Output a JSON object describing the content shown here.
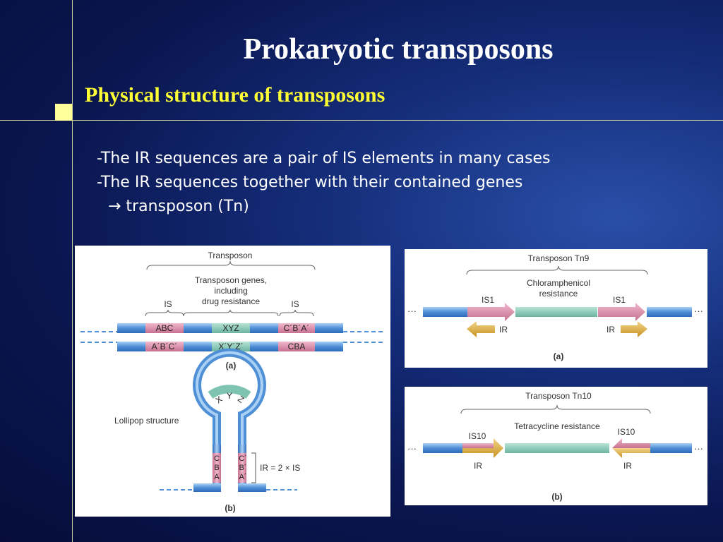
{
  "slide": {
    "title": "Prokaryotic transposons",
    "subtitle": "Physical structure of transposons",
    "bullets": [
      "-The IR sequences are a pair of IS elements in many cases",
      "-The IR sequences together with their contained genes",
      "→ transposon (Tn)"
    ]
  },
  "fig_left": {
    "transposon_label": "Transposon",
    "genes_label": [
      "Transposon genes,",
      "including",
      "drug resistance"
    ],
    "is_label": "IS",
    "top_strand": [
      "ABC",
      "XYZ",
      "C´B´A´"
    ],
    "bottom_strand": [
      "A´B´C´",
      "X´Y´Z´",
      "CBA"
    ],
    "caption_a": "(a)",
    "lollipop_label": "Lollipop structure",
    "loop_letters": [
      "X",
      "Y",
      "Z"
    ],
    "stem_left": [
      "C",
      "B",
      "A"
    ],
    "stem_right": [
      "C´",
      "B´",
      "A´"
    ],
    "ir_formula": "IR = 2 × IS",
    "caption_b": "(b)"
  },
  "fig_tn9": {
    "title": "Transposon Tn9",
    "gene": [
      "Chloramphenicol",
      "resistance"
    ],
    "is_left": "IS1",
    "is_right": "IS1",
    "ir_left": "IR",
    "ir_right": "IR",
    "dots": "···",
    "caption": "(a)"
  },
  "fig_tn10": {
    "title": "Transposon Tn10",
    "gene": "Tetracycline resistance",
    "is_left": "IS10",
    "is_right": "IS10",
    "ir_left": "IR",
    "ir_right": "IR",
    "dots": "···",
    "caption": "(b)"
  },
  "colors": {
    "dna_blue": "#4f8fd6",
    "is_pink": "#d98aa8",
    "gene_teal": "#7fc4b0",
    "ir_gold": "#d9a436"
  }
}
